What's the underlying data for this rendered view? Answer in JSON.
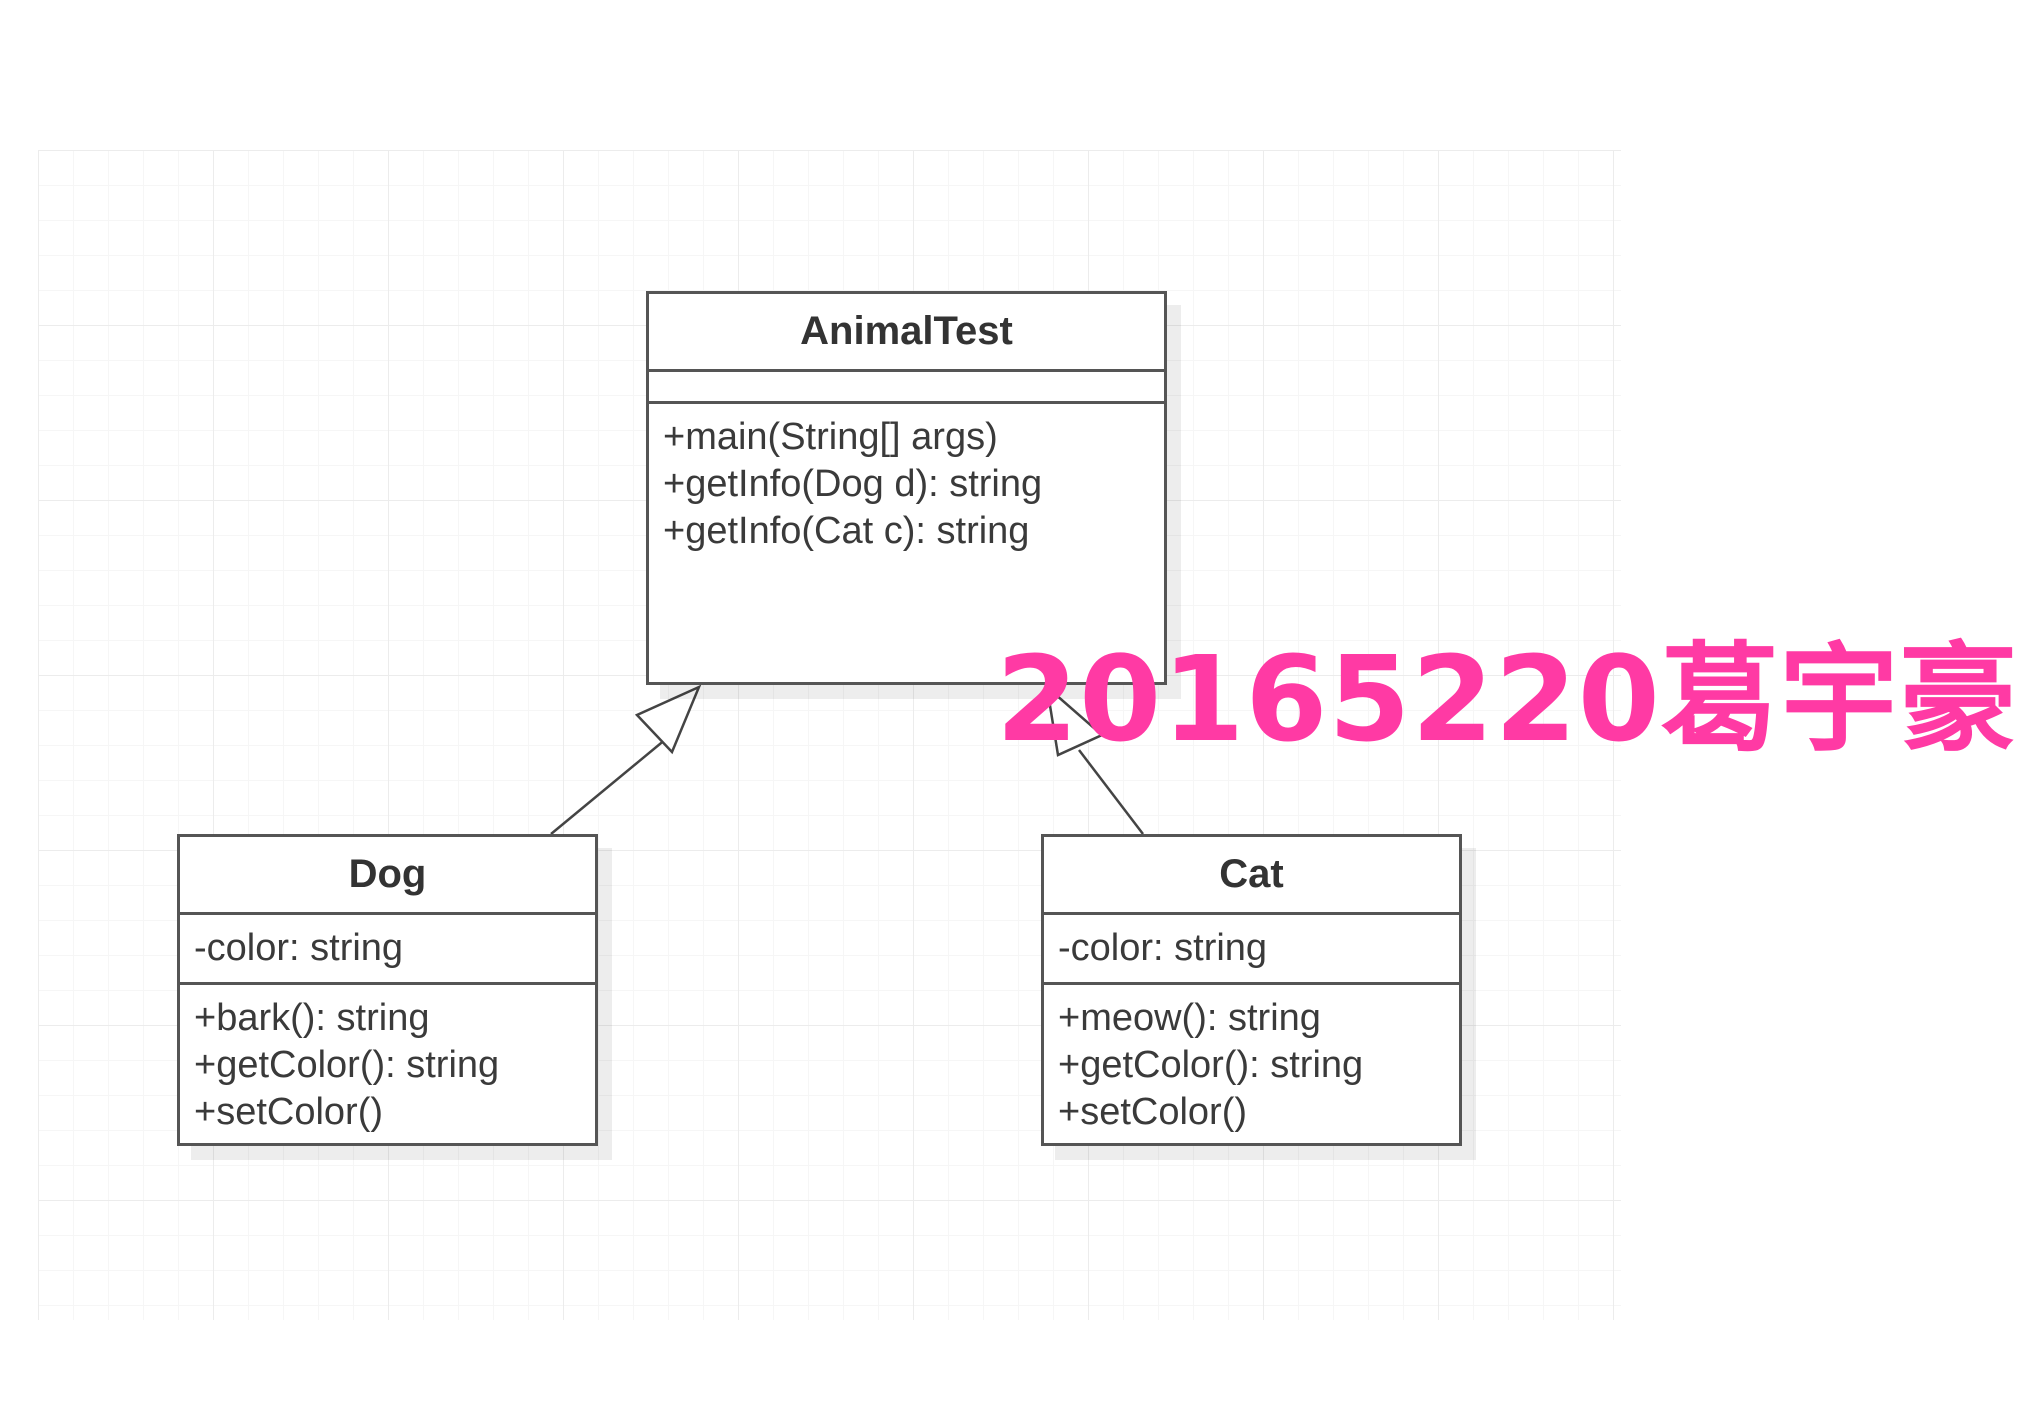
{
  "diagram": {
    "classes": [
      {
        "name": "AnimalTest",
        "attributes": [],
        "methods": [
          "+main(String[] args)",
          "+getInfo(Dog d): string",
          "+getInfo(Cat c): string"
        ]
      },
      {
        "name": "Dog",
        "attributes": [
          "-color: string"
        ],
        "methods": [
          "+bark(): string",
          "+getColor(): string",
          "+setColor()"
        ]
      },
      {
        "name": "Cat",
        "attributes": [
          "-color: string"
        ],
        "methods": [
          "+meow(): string",
          "+getColor(): string",
          "+setColor()"
        ]
      }
    ],
    "relationships": [
      {
        "type": "generalization",
        "from": "Dog",
        "to": "AnimalTest"
      },
      {
        "type": "generalization",
        "from": "Cat",
        "to": "AnimalTest"
      }
    ]
  },
  "watermark": {
    "text": "20165220葛宇豪",
    "color": "#ff3aa4"
  },
  "colors": {
    "border": "#555555",
    "text": "#333333",
    "grid": "#ececec"
  }
}
